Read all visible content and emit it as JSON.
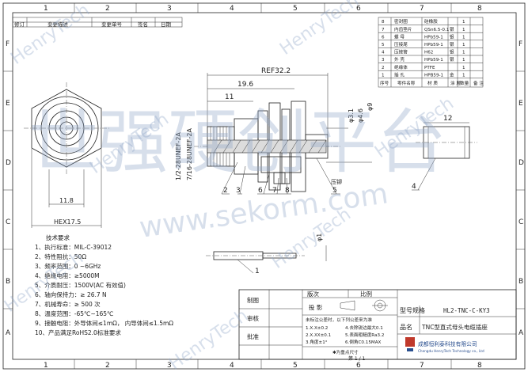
{
  "grid": {
    "cols": [
      "1",
      "2",
      "3",
      "4",
      "5",
      "6",
      "7",
      "8"
    ],
    "rows": [
      "F",
      "E",
      "D",
      "C",
      "B",
      "A"
    ]
  },
  "revision_header": [
    "修订",
    "变更描述",
    "变更单号",
    "签名",
    "日期"
  ],
  "bom": {
    "headers": [
      "序号",
      "零件名称",
      "材 质",
      "涂 層",
      "数量",
      "备 注"
    ],
    "rows": [
      [
        "8",
        "密封圈",
        "硅橡胶",
        "",
        "1",
        ""
      ],
      [
        "7",
        "内齿垫片",
        "QSn6.5-0.1",
        "银",
        "1",
        ""
      ],
      [
        "6",
        "螺 母",
        "HPb59-1",
        "银",
        "1",
        ""
      ],
      [
        "5",
        "压接尾",
        "HPb59-1",
        "银",
        "1",
        ""
      ],
      [
        "4",
        "压接管",
        "H62",
        "银",
        "1",
        ""
      ],
      [
        "3",
        "外 壳",
        "HPb59-1",
        "银",
        "1",
        ""
      ],
      [
        "2",
        "绝缘体",
        "PTFE",
        "",
        "1",
        ""
      ],
      [
        "1",
        "插 孔",
        "HPB59-1",
        "金",
        "1",
        ""
      ]
    ]
  },
  "dims": {
    "ref": "REF32.2",
    "d196": "19.6",
    "d11": "11",
    "thread1": "1/2-28UNEF-2A",
    "thread2": "7/16-28UNEF-2A",
    "d31": "φ3.1",
    "d46": "φ4.6",
    "d9": "φ9",
    "d12": "12",
    "d118": "11.8",
    "hex": "HEX17.5",
    "d1": "φ1",
    "crimp": "压铆"
  },
  "callouts": [
    "1",
    "2",
    "3",
    "4",
    "5",
    "6",
    "7",
    "8"
  ],
  "tech": {
    "title": "技术要求",
    "items": [
      "1、执行标准：MIL-C-39012",
      "2、特性阻抗：50Ω",
      "3、频率范围：0 ~6GHz",
      "4、绝缘电阻：≥5000M",
      "5、介质耐压：1500V(AC 有效值)",
      "6、轴向保持力：≥ 26.7 N",
      "7、机械寿命：≥ 500 次",
      "8、温度范围：-65℃~165℃",
      "9、接触电阻：外导体间≤1mΩ，  内导体间≤1.5mΩ",
      "10、产品满足RoHS2.0标准要求"
    ]
  },
  "title_block": {
    "zhi_tu": "制图",
    "shen_he": "审核",
    "pi_zhun": "批准",
    "ban_ci": "版次",
    "bi_li": "比例",
    "tou_ying": "投 影",
    "unmarked_tol": "未标注公差时，以下列公差来为准",
    "tol": [
      "1.X.X±0.2",
      "2.X.XX±0.1",
      "3.角度±1°",
      "4.去除锐边最大0.1",
      "5.表面粗糙度Ra3.2",
      "6.倒角C0.15MAX"
    ],
    "unit_note": "✱为重点尺寸",
    "model_label": "型号规格",
    "model": "HL2-TNC-C-KY3",
    "name_label": "品名",
    "name": "TNC型直式母头电缆插座",
    "company": "成都恒利泰科技有限公司",
    "company_en": "Chengdu HenryTech Technology co., Ltd",
    "page": "第 1 / 1"
  },
  "watermarks": [
    "HenryTech",
    "HenryTech",
    "HenryTech",
    "HenryTech",
    "HenryTech",
    "HenryTech",
    "HenryTech",
    "www.sekorm.com",
    "世强硬创平台"
  ],
  "colors": {
    "line": "#222222",
    "watermark": "#8ea5c8",
    "logo_red": "#c0392b",
    "logo_blue": "#2a4f8f"
  }
}
